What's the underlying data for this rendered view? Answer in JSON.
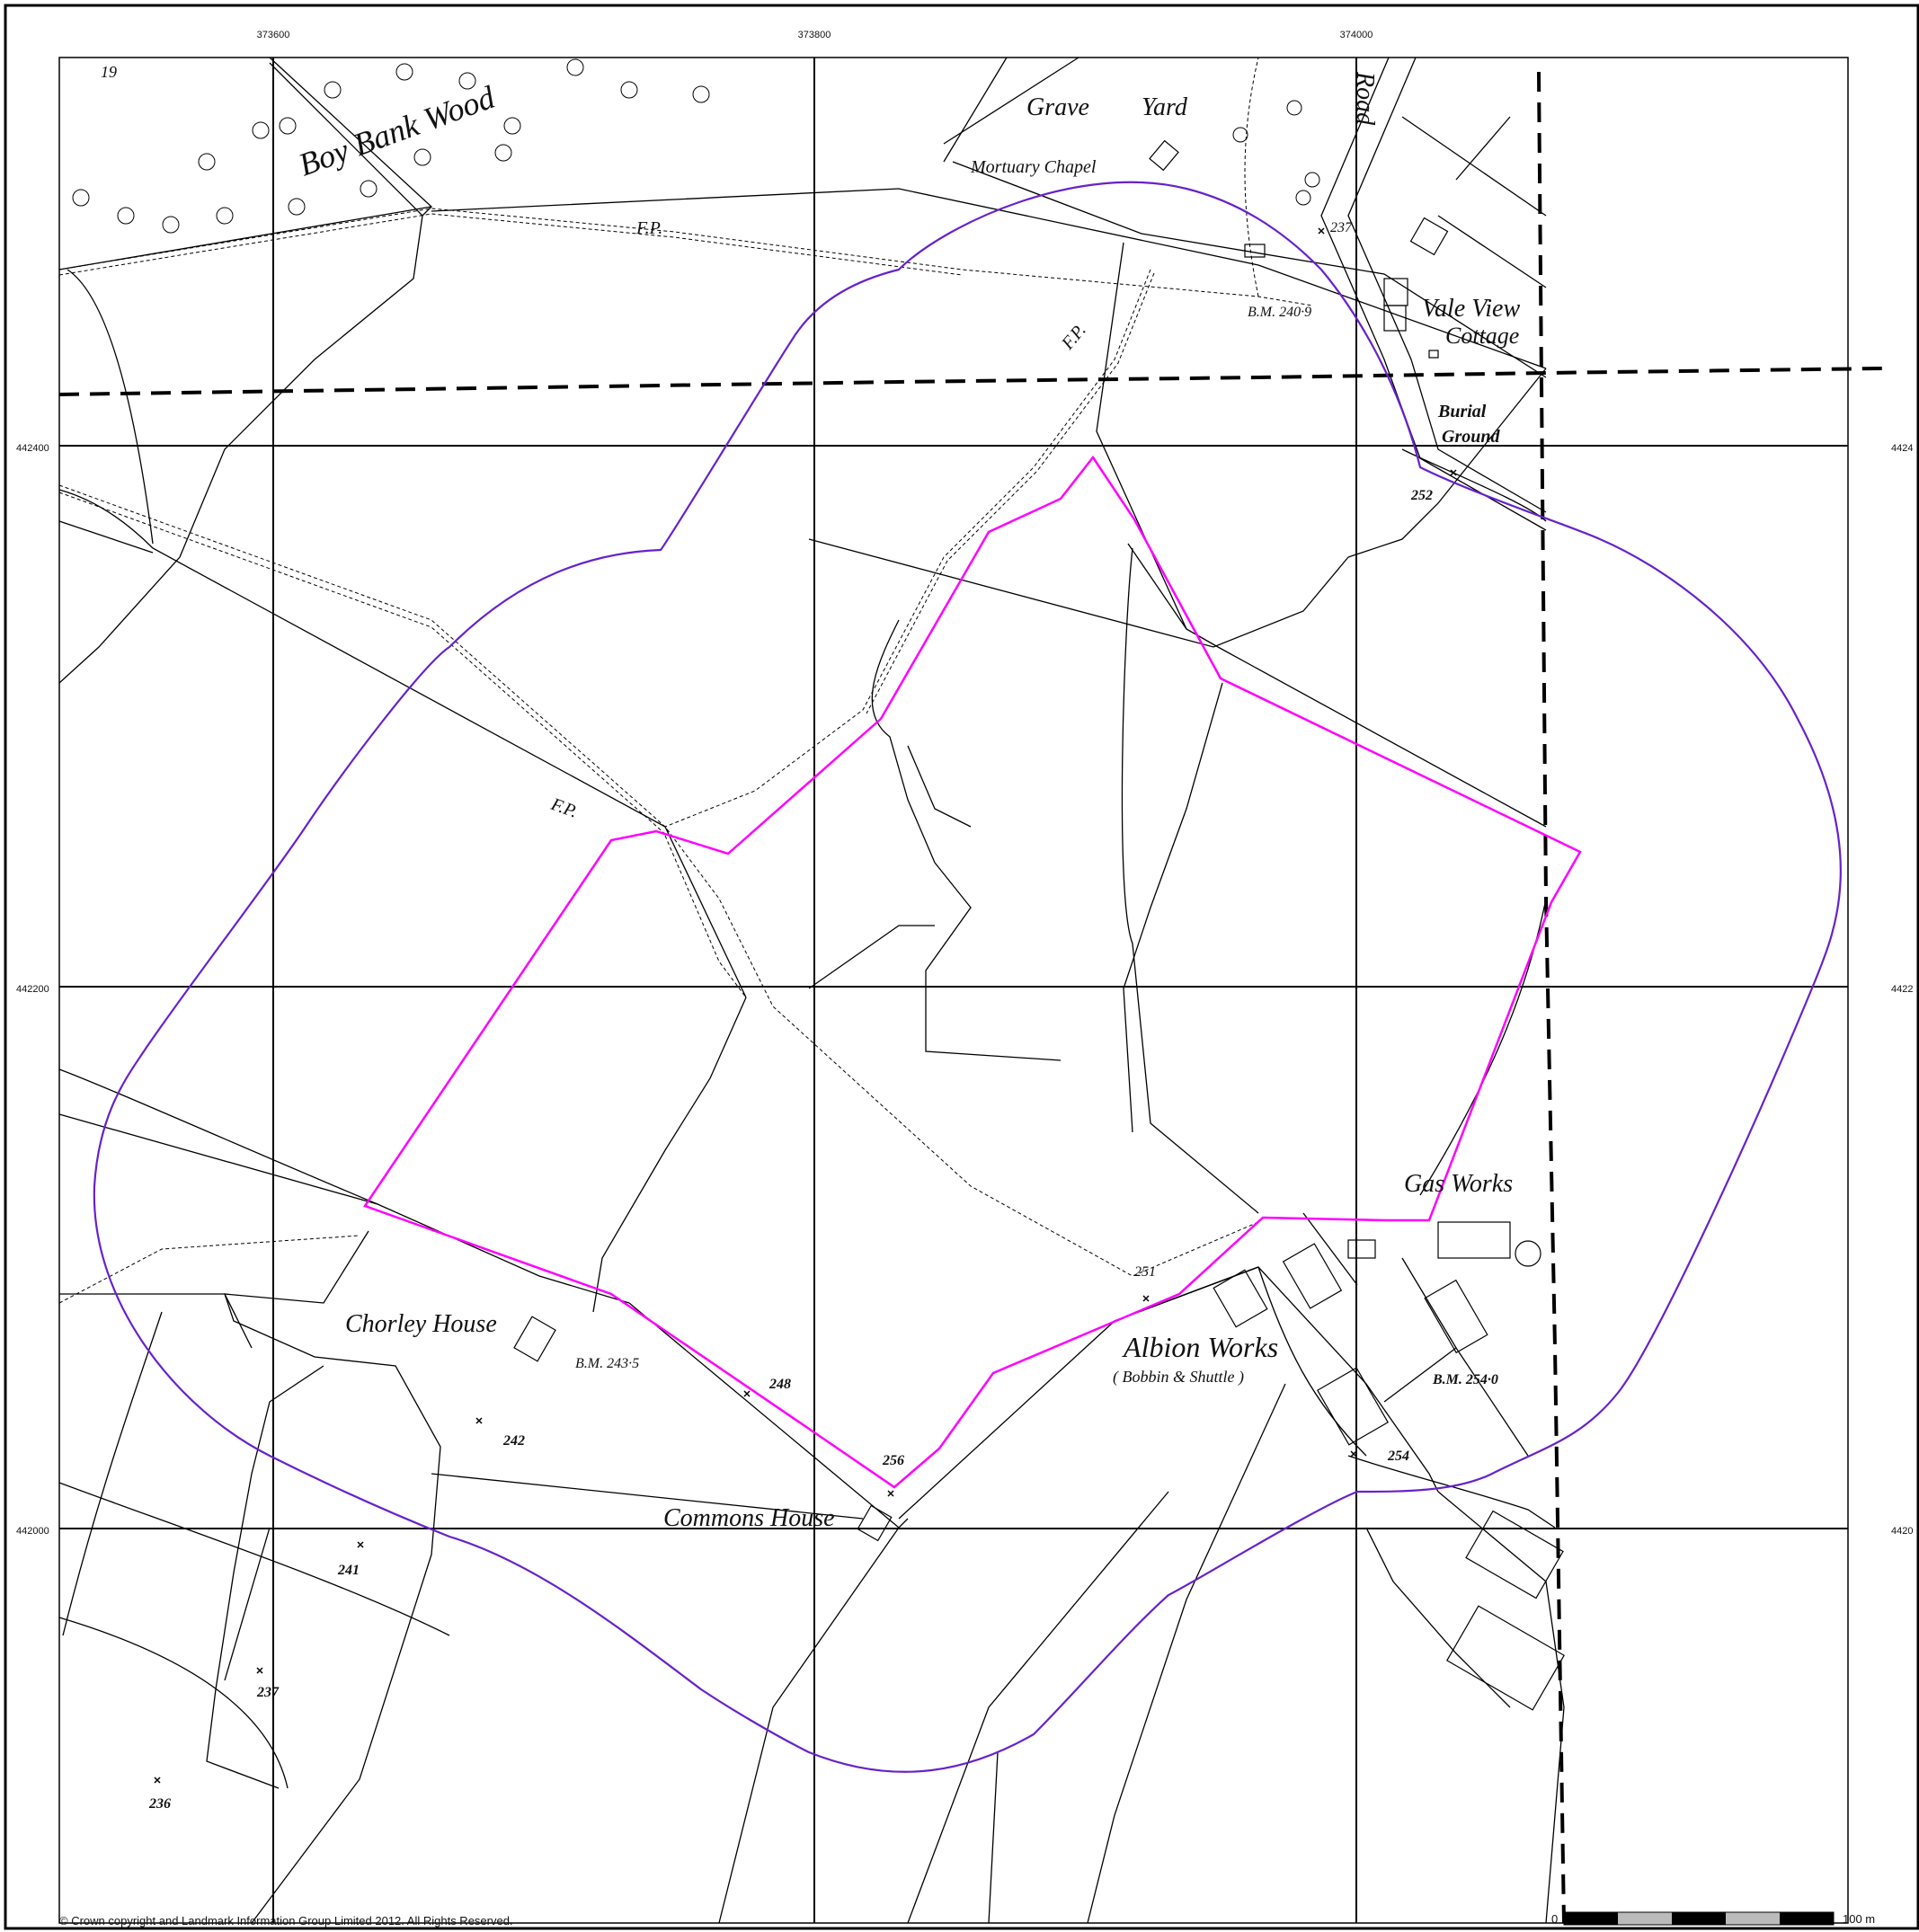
{
  "grid": {
    "eastings": [
      "373600",
      "373800",
      "374000"
    ],
    "northings": [
      "442400",
      "442200",
      "442000"
    ],
    "northings_right": [
      "4424",
      "4422",
      "4420"
    ]
  },
  "labels": {
    "boy_bank_wood": "Boy Bank Wood",
    "grave": "Grave",
    "yard": "Yard",
    "mortuary_chapel": "Mortuary Chapel",
    "road": "Road",
    "fp": "F.P.",
    "bm_2409": "B.M. 240·9",
    "vale_view": "Vale View",
    "cottage": "Cottage",
    "burial": "Burial",
    "ground": "Ground",
    "h252": "252",
    "h237": "237",
    "gas_works": "Gas Works",
    "h251": "251",
    "albion_works": "Albion Works",
    "bobbin_shuttle": "( Bobbin & Shuttle )",
    "bm_2540": "B.M. 254·0",
    "h254": "254",
    "chorley_house": "Chorley House",
    "bm_2435": "B.M. 243·5",
    "h248": "248",
    "h242": "242",
    "h256": "256",
    "commons_house": "Commons House",
    "h241": "241",
    "h237b": "237",
    "h236": "236",
    "wood_num": "19"
  },
  "copyright": "© Crown copyright and Landmark Information Group Limited 2012.  All Rights Reserved.",
  "scale": {
    "start": "0",
    "end": "100 m"
  },
  "colors": {
    "site_boundary": "#ff00ff",
    "buffer": "#6622cc",
    "grid": "#000000"
  }
}
